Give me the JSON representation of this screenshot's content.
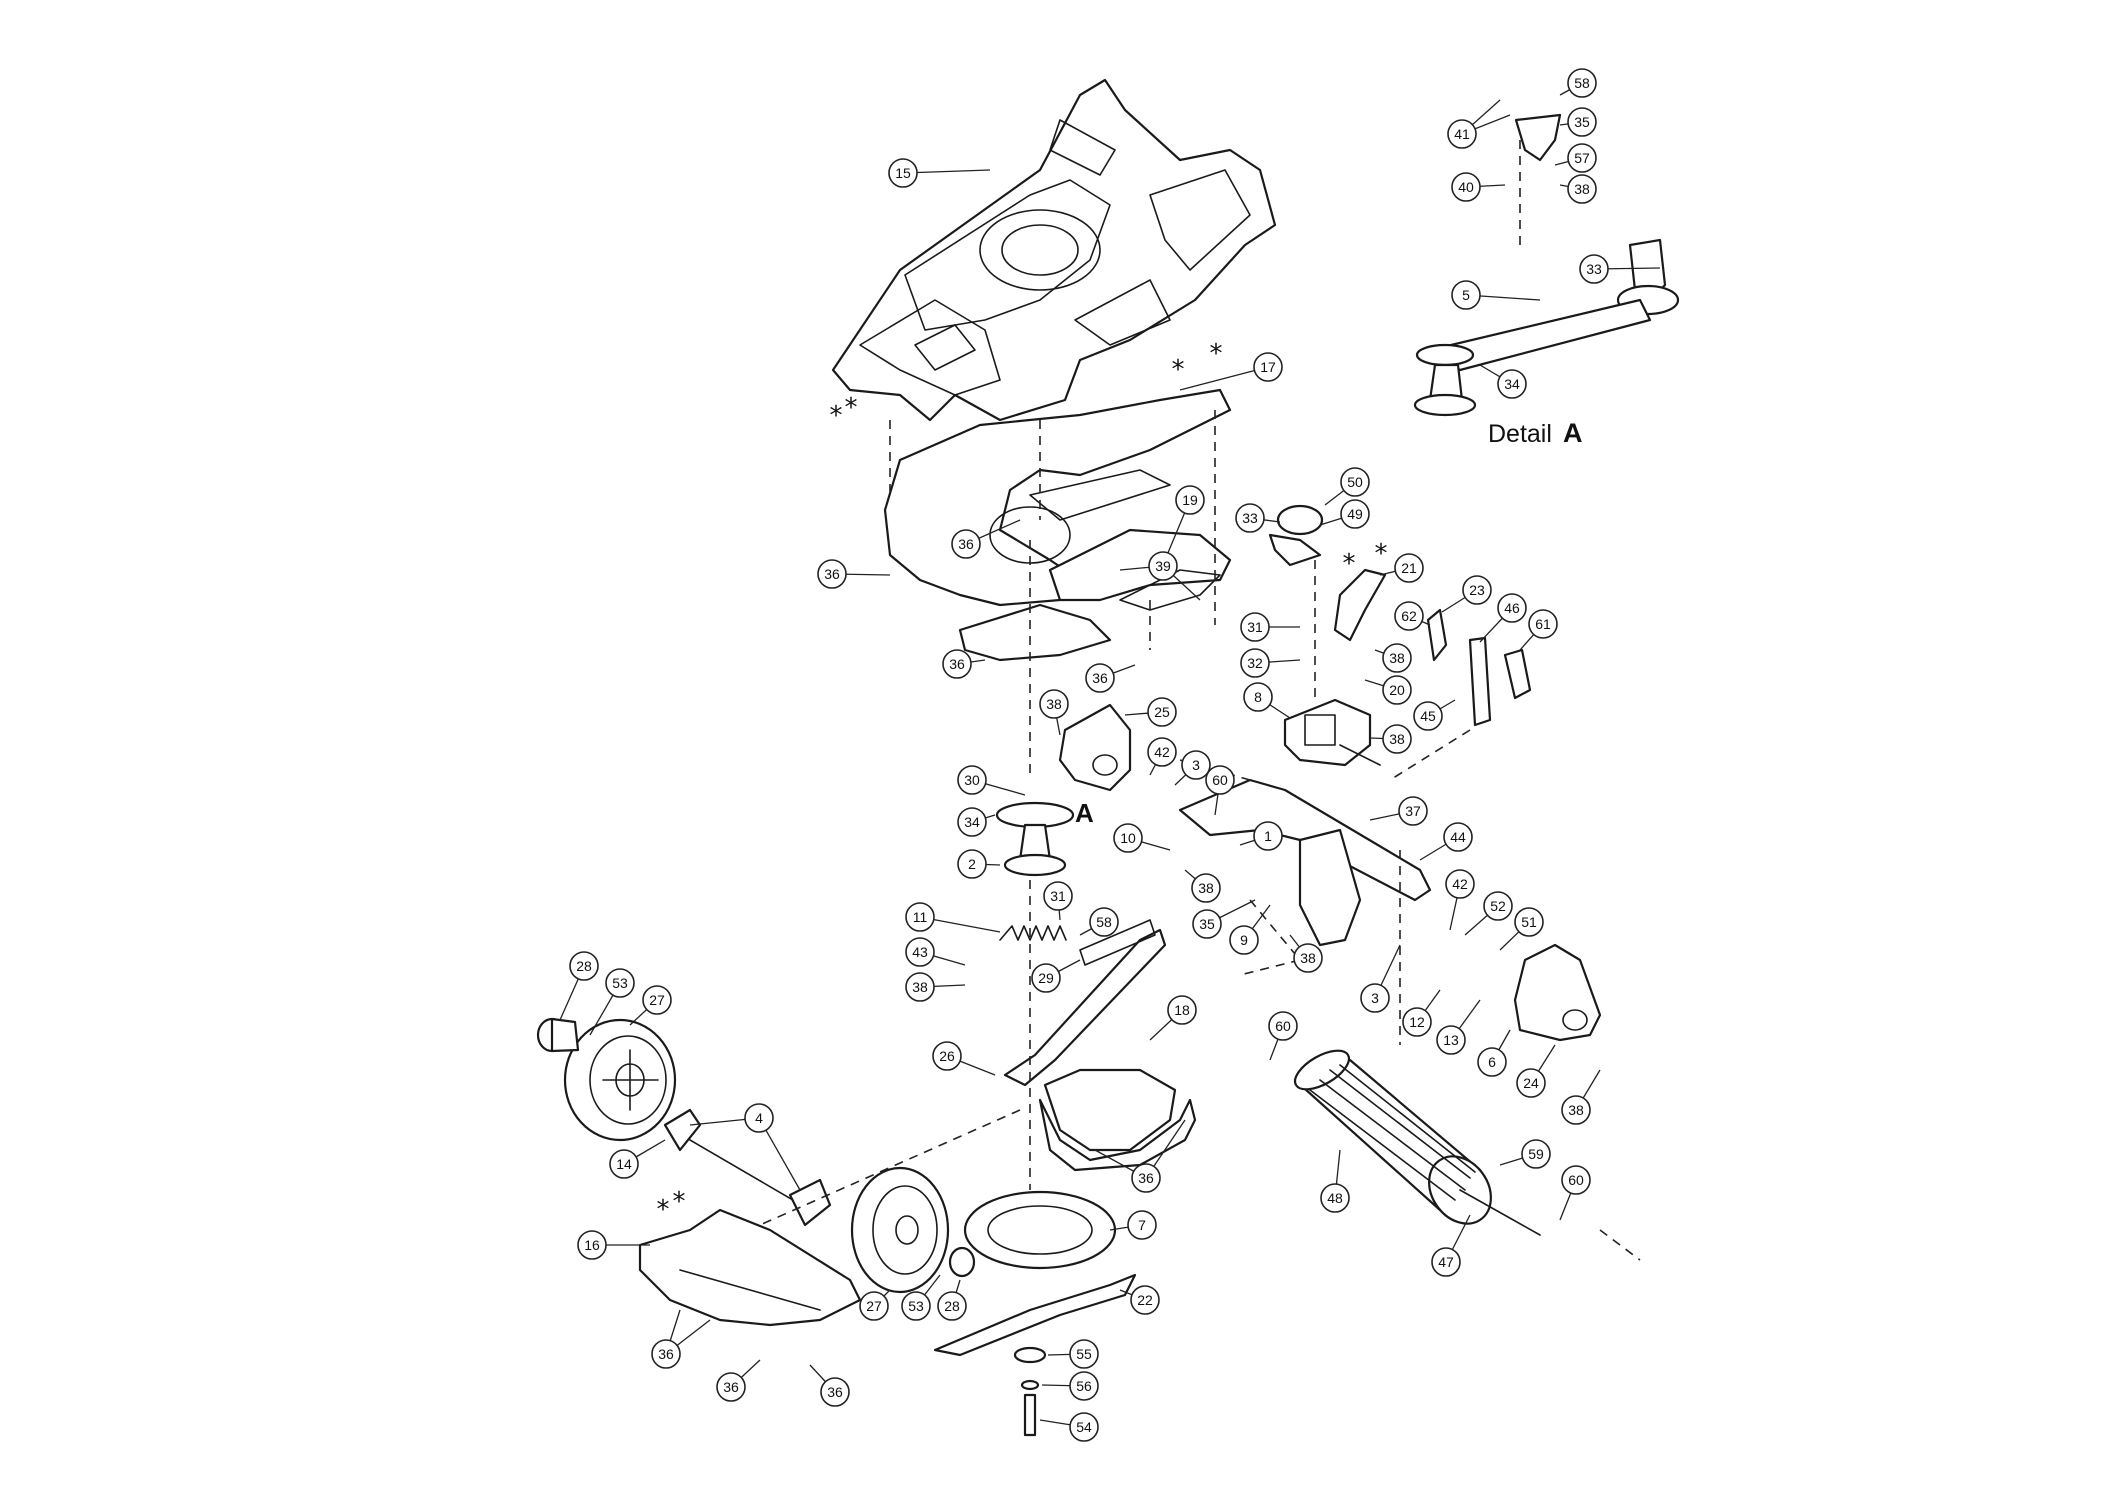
{
  "detail": {
    "label": "Detail",
    "letter": "A"
  },
  "section_marker": "A",
  "star_symbol": "*",
  "callouts": [
    {
      "id": "15",
      "label": "15"
    },
    {
      "id": "17",
      "label": "17"
    },
    {
      "id": "19",
      "label": "19"
    },
    {
      "id": "39",
      "label": "39"
    },
    {
      "id": "36a",
      "label": "36"
    },
    {
      "id": "36b",
      "label": "36"
    },
    {
      "id": "36c",
      "label": "36"
    },
    {
      "id": "36d",
      "label": "36"
    },
    {
      "id": "33a",
      "label": "33"
    },
    {
      "id": "50",
      "label": "50"
    },
    {
      "id": "49",
      "label": "49"
    },
    {
      "id": "21",
      "label": "21"
    },
    {
      "id": "31a",
      "label": "31"
    },
    {
      "id": "32",
      "label": "32"
    },
    {
      "id": "38a",
      "label": "38"
    },
    {
      "id": "20",
      "label": "20"
    },
    {
      "id": "8",
      "label": "8"
    },
    {
      "id": "38b",
      "label": "38"
    },
    {
      "id": "62",
      "label": "62"
    },
    {
      "id": "23",
      "label": "23"
    },
    {
      "id": "46",
      "label": "46"
    },
    {
      "id": "61",
      "label": "61"
    },
    {
      "id": "45",
      "label": "45"
    },
    {
      "id": "38c",
      "label": "38"
    },
    {
      "id": "25",
      "label": "25"
    },
    {
      "id": "42a",
      "label": "42"
    },
    {
      "id": "3a",
      "label": "3"
    },
    {
      "id": "60a",
      "label": "60"
    },
    {
      "id": "30",
      "label": "30"
    },
    {
      "id": "34a",
      "label": "34"
    },
    {
      "id": "2",
      "label": "2"
    },
    {
      "id": "10",
      "label": "10"
    },
    {
      "id": "1",
      "label": "1"
    },
    {
      "id": "38d",
      "label": "38"
    },
    {
      "id": "37",
      "label": "37"
    },
    {
      "id": "44",
      "label": "44"
    },
    {
      "id": "35a",
      "label": "35"
    },
    {
      "id": "9",
      "label": "9"
    },
    {
      "id": "38e",
      "label": "38"
    },
    {
      "id": "42b",
      "label": "42"
    },
    {
      "id": "52",
      "label": "52"
    },
    {
      "id": "51",
      "label": "51"
    },
    {
      "id": "3b",
      "label": "3"
    },
    {
      "id": "12",
      "label": "12"
    },
    {
      "id": "13",
      "label": "13"
    },
    {
      "id": "6",
      "label": "6"
    },
    {
      "id": "24",
      "label": "24"
    },
    {
      "id": "38f",
      "label": "38"
    },
    {
      "id": "11",
      "label": "11"
    },
    {
      "id": "31b",
      "label": "31"
    },
    {
      "id": "58a",
      "label": "58"
    },
    {
      "id": "43",
      "label": "43"
    },
    {
      "id": "38g",
      "label": "38"
    },
    {
      "id": "29",
      "label": "29"
    },
    {
      "id": "18",
      "label": "18"
    },
    {
      "id": "26",
      "label": "26"
    },
    {
      "id": "36e",
      "label": "36"
    },
    {
      "id": "28a",
      "label": "28"
    },
    {
      "id": "53a",
      "label": "53"
    },
    {
      "id": "27a",
      "label": "27"
    },
    {
      "id": "4",
      "label": "4"
    },
    {
      "id": "14",
      "label": "14"
    },
    {
      "id": "16",
      "label": "16"
    },
    {
      "id": "36f",
      "label": "36"
    },
    {
      "id": "36g",
      "label": "36"
    },
    {
      "id": "36h",
      "label": "36"
    },
    {
      "id": "27b",
      "label": "27"
    },
    {
      "id": "53b",
      "label": "53"
    },
    {
      "id": "28b",
      "label": "28"
    },
    {
      "id": "7",
      "label": "7"
    },
    {
      "id": "22",
      "label": "22"
    },
    {
      "id": "55",
      "label": "55"
    },
    {
      "id": "56",
      "label": "56"
    },
    {
      "id": "54",
      "label": "54"
    },
    {
      "id": "60b",
      "label": "60"
    },
    {
      "id": "48",
      "label": "48"
    },
    {
      "id": "59",
      "label": "59"
    },
    {
      "id": "60c",
      "label": "60"
    },
    {
      "id": "47",
      "label": "47"
    },
    {
      "id": "58b",
      "label": "58"
    },
    {
      "id": "41",
      "label": "41"
    },
    {
      "id": "35b",
      "label": "35"
    },
    {
      "id": "57",
      "label": "57"
    },
    {
      "id": "40",
      "label": "40"
    },
    {
      "id": "38h",
      "label": "38"
    },
    {
      "id": "33b",
      "label": "33"
    },
    {
      "id": "5",
      "label": "5"
    },
    {
      "id": "34b",
      "label": "34"
    }
  ]
}
